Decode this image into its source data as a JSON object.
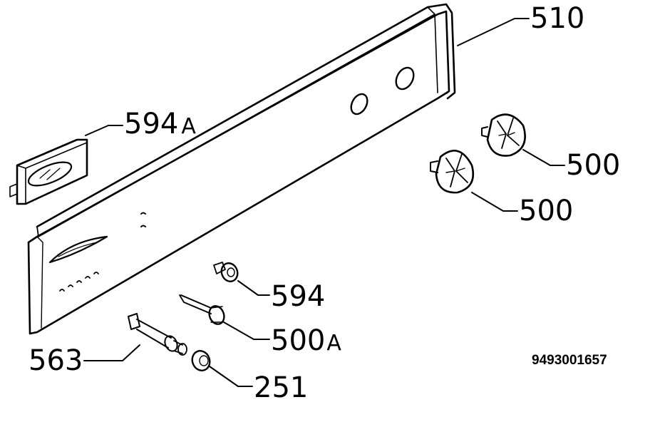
{
  "callouts": {
    "c510": "510",
    "c594a_num": "594",
    "c594a_suffix": "A",
    "c500_upper": "500",
    "c500_lower": "500",
    "c594": "594",
    "c500a_num": "500",
    "c500a_suffix": "A",
    "c563": "563",
    "c251": "251"
  },
  "drawing_code": "9493001657",
  "colors": {
    "ink": "#000000",
    "paper": "#ffffff"
  }
}
